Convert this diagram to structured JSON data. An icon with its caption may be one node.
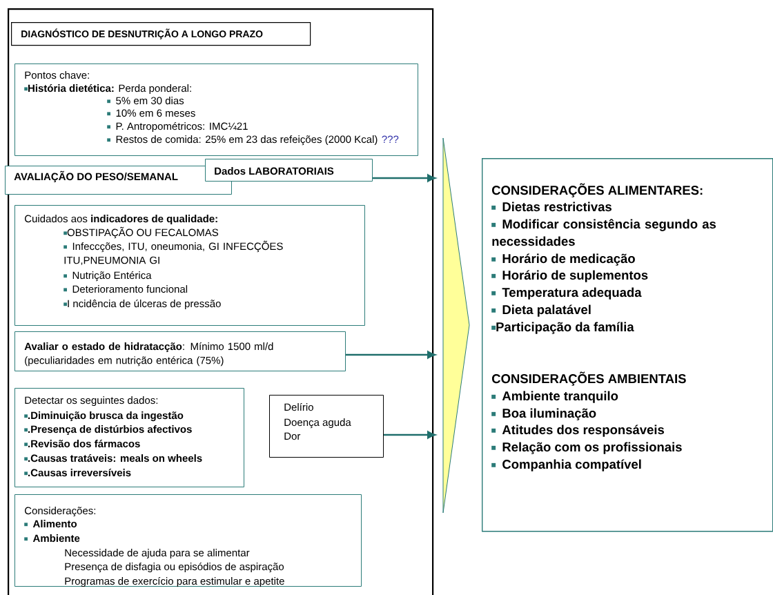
{
  "diagram": {
    "nodes": [
      {
        "text": [],
        "shape": "box"
      },
      {
        "text": [
          "DIAGNÓSTICO DE DESNUTRIÇÃO A LONGO PRAZO"
        ],
        "in": 0
      },
      {
        "text": [
          "Pontos chave:",
          "**História dietética:** Perda ponderal:",
          "5% em 30 dias",
          "10% em 6 meses",
          "P. Antropométricos: IMC¼21",
          "Restos de comida: 25% em 23 das refeições (2000 Kcal)",
          "???"
        ],
        "in": 0
      },
      {
        "text": [
          "AVALIAÇÃO DO PESO/SEMANAL"
        ],
        "in": 0
      },
      {
        "text": [
          "Dados LABORATORIAIS"
        ],
        "in": 0
      },
      {
        "text": [
          "Cuidados aos **indicadores de qualidade:**",
          "OBSTIPAÇÃO OU FECALOMAS",
          "Infeccções, ITU, oneumonia, GI INFECÇÕES ITU,PNEUMONIA GI",
          "Nutrição Entérica",
          "Deterioramento funcional",
          "I ncidência de úlceras de pressão"
        ],
        "in": 0
      },
      {
        "text": [
          "**Avaliar o estado de hidratacção**: Mínimo 1500 ml/d (peculiaridades em nutrição entérica (75%)"
        ],
        "in": 0
      },
      {
        "text": [
          "Detectar os seguintes dados:",
          ".Diminuição brusca da ingestão",
          ".Presença de distúrbios afectivos",
          ".Revisão dos fármacos",
          ".Causas tratáveis: meals on wheels",
          ".Causas irreversíveis"
        ],
        "in": 0
      },
      {
        "text": [
          "Delírio",
          "Doença aguda",
          "Dor"
        ],
        "in": 0
      },
      {
        "text": [
          "Considerações:",
          "Alimento",
          "Ambiente",
          "Necessidade de ajuda para se alimentar",
          "Presença de disfagia ou episódios de aspiração",
          "Programas de exercício para estimular e apetite"
        ],
        "in": 0
      },
      {
        "text": [],
        "shape": "triangle"
      },
      {
        "text": [
          "CONSIDERAÇÕES ALIMENTARES:",
          "Dietas restrictivas",
          "Modificar consistência segundo as necessidades",
          "Horário de medicação",
          "Horário de suplementos",
          "Temperatura adequada",
          "Dieta palatável",
          "Participação da família",
          "CONSIDERAÇÕES AMBIENTAIS",
          "Ambiente tranquilo",
          "Boa iluminação",
          "Atitudes dos responsáveis",
          "Relação com os profissionais",
          "Companhia compatível"
        ]
      }
    ],
    "edges": [
      {
        "from": 4,
        "to": 10,
        "arrow": "to"
      },
      {
        "from": 6,
        "to": 10,
        "arrow": "to"
      },
      {
        "from": 8,
        "to": 10,
        "arrow": "to"
      }
    ]
  }
}
